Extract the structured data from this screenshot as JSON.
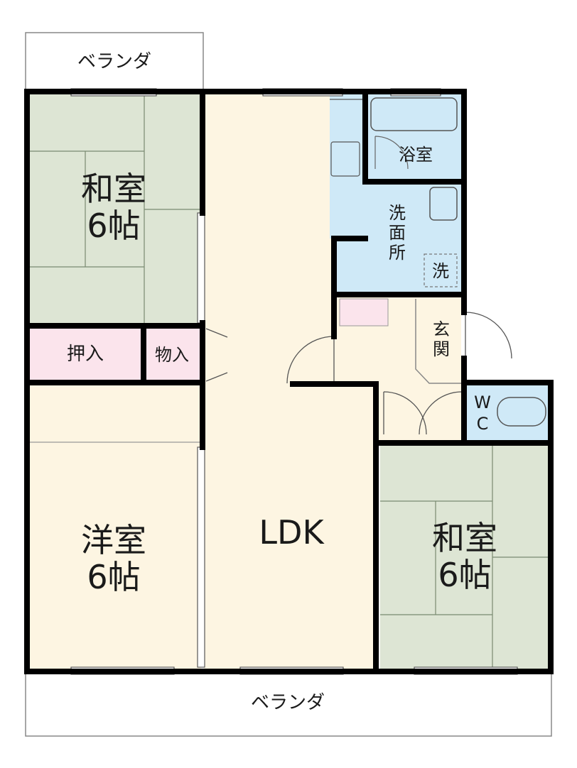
{
  "plan": {
    "balcony_top": "ベランダ",
    "balcony_bottom": "ベランダ",
    "washitsu_top": "和室\n6帖",
    "oshiire": "押入",
    "monoire": "物入",
    "youshitsu": "洋室\n6帖",
    "ldk": "LDK",
    "washitsu_right": "和室\n6帖",
    "yokushitsu": "浴室",
    "senmenjo": "洗\n面\n所",
    "sentaku": "洗",
    "genkan": "玄\n関",
    "wc": "W\nC"
  },
  "colors": {
    "tatami": "#dde5d4",
    "flooring": "#fdf5e2",
    "storage": "#fbe4ec",
    "wet_area": "#cfe9f7",
    "wall": "#000000"
  }
}
